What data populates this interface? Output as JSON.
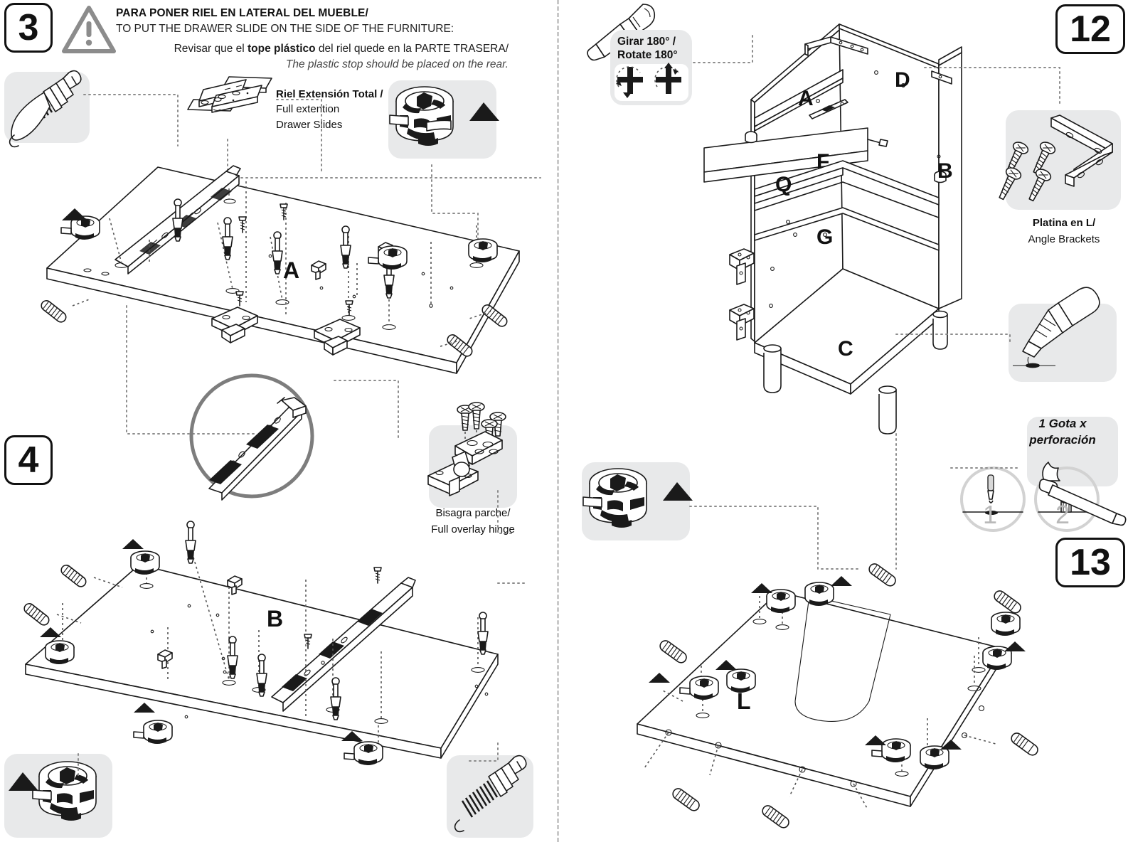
{
  "document": {
    "type": "furniture-assembly-instructions",
    "language": "Spanish / English"
  },
  "left_page": {
    "step_number": "3",
    "warning_icon": "warning-triangle",
    "heading_es": "PARA PONER RIEL EN LATERAL DEL MUEBLE/",
    "heading_en": "TO PUT THE DRAWER SLIDE ON THE SIDE OF THE FURNITURE:",
    "note_es_pre": "Revisar que el ",
    "note_es_bold": "tope plástico",
    "note_es_post": " del riel quede en la PARTE TRASERA/",
    "note_en": "The plastic stop should be placed on the rear.",
    "slide_caption_line1": "Riel Extensión Total /",
    "slide_caption_line2": "Full extention",
    "slide_caption_line3": "Drawer Slides",
    "hinge_caption_line1": "Bisagra parche/",
    "hinge_caption_line2": "Full overlay hinge",
    "panel_a_letter": "A",
    "panel_b_letter": "B",
    "step_number_2": "4",
    "parts": [
      {
        "name": "minifix-bolt",
        "label": ""
      },
      {
        "name": "cam-lock",
        "label": ""
      },
      {
        "name": "drawer-slide-pair",
        "label": ""
      },
      {
        "name": "full-overlay-hinge",
        "label": ""
      },
      {
        "name": "wooden-dowel",
        "label": ""
      }
    ]
  },
  "right_page": {
    "step_number": "12",
    "step_number_2": "13",
    "rotate_label_es": "Girar 180° /",
    "rotate_label_en": "Rotate 180°",
    "rotate_icon": "cross-screw-head",
    "bracket_caption_line1": "Platina en L/",
    "bracket_caption_line2": "Angle Brackets",
    "glue_caption_line1": "1 Gota x",
    "glue_caption_line2": "perforación",
    "glue_substep_1": "1",
    "glue_substep_2": "2",
    "cabinet_panels": [
      "A",
      "D",
      "B",
      "F",
      "Q",
      "G",
      "C"
    ],
    "panel_l_letter": "L",
    "parts": [
      {
        "name": "screwdriver",
        "label": ""
      },
      {
        "name": "angle-bracket",
        "label": ""
      },
      {
        "name": "glue-bottle",
        "label": ""
      },
      {
        "name": "hammer",
        "label": ""
      },
      {
        "name": "cam-lock",
        "label": ""
      },
      {
        "name": "wooden-dowel",
        "label": ""
      }
    ]
  },
  "colors": {
    "ink": "#1a1a1a",
    "gray_panel": "#e8e9ea",
    "leader": "#8c8c8c",
    "muted_number": "#b9b9b9"
  }
}
